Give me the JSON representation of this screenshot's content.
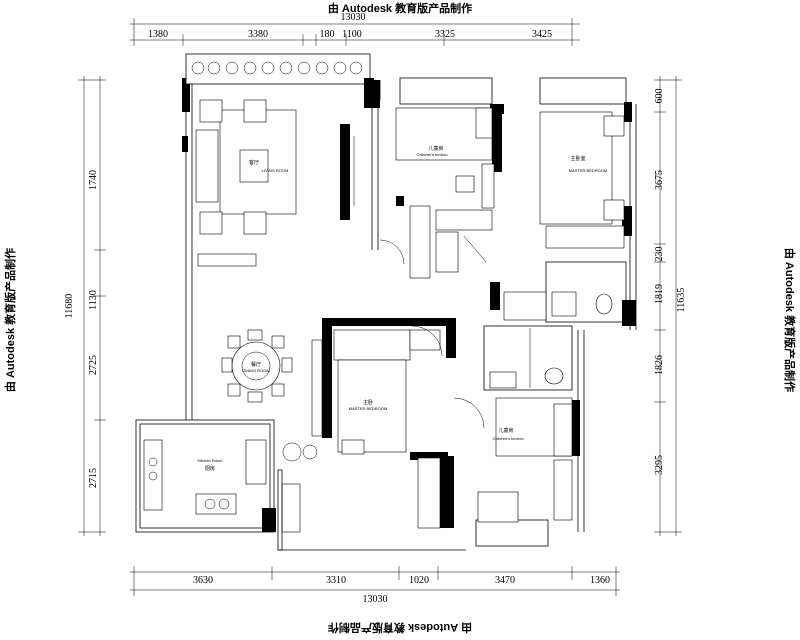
{
  "watermark": {
    "top": "由 Autodesk 教育版产品制作",
    "bottom": "由 Autodesk 教育版产品制作",
    "left": "由 Autodesk 教育版产品制作",
    "right": "由 Autodesk 教育版产品制作"
  },
  "dimensions": {
    "top_total": "13030",
    "top_segments": [
      "1380",
      "3380",
      "180",
      "1100",
      "3325",
      "3425"
    ],
    "bottom_total": "13030",
    "bottom_segments": [
      "3630",
      "3310",
      "1020",
      "3470",
      "1360"
    ],
    "left_total": "11680",
    "left_segments": [
      "1740",
      "1130",
      "2725",
      "2715"
    ],
    "right_total": "11635",
    "right_segments": [
      "600",
      "3675",
      "230",
      "1819",
      "1826",
      "3295"
    ]
  },
  "rooms": {
    "living": {
      "cn": "客厅",
      "en": "LIVING ROOM"
    },
    "children_top": {
      "cn": "儿童房",
      "en": "Children's bedroo"
    },
    "master_top": {
      "cn": "主卧室",
      "en": "MASTER BEDROOM"
    },
    "dining": {
      "cn": "餐厅",
      "en": "DINING ROOM"
    },
    "master_center": {
      "cn": "主卧",
      "en": "MASTER BEDROOM"
    },
    "children_bottom": {
      "cn": "儿童房",
      "en": "Children's bedroo"
    },
    "kitchen": {
      "cn": "厨房",
      "en": "Kitchen Room"
    }
  }
}
